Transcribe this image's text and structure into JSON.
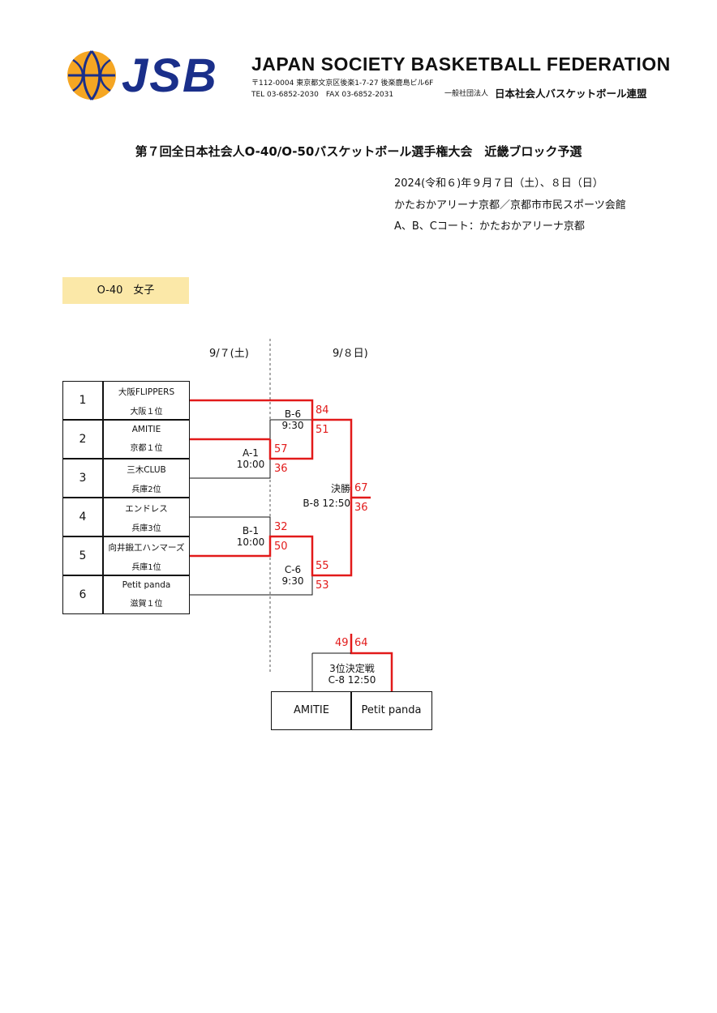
{
  "header": {
    "logo_text": "JSB",
    "federation_name": "JAPAN SOCIETY BASKETBALL FEDERATION",
    "address": "〒112-0004 東京都文京区後楽1-7-27 後楽鹿島ビル6F",
    "tel_fax": "TEL 03-6852-2030　FAX 03-6852-2031",
    "org_prefix": "一般社団法人",
    "org_name": "日本社会人バスケットボール連盟"
  },
  "document": {
    "title": "第７回全日本社会人O-40/O-50バスケットボール選手権大会　近畿ブロック予選",
    "date_line": "2024(令和６)年９月７日（土）、８日（日）",
    "venue_line": "かたおかアリーナ京都／京都市市民スポーツ会館",
    "court_line": "A、B、Cコート：かたおかアリーナ京都"
  },
  "division": "O-40　女子",
  "dates": {
    "day1": "9/７(土)",
    "day2": "9/８日)"
  },
  "teams": [
    {
      "num": "1",
      "name": "大阪FLIPPERS",
      "rank": "大阪１位"
    },
    {
      "num": "2",
      "name": "AMITIE",
      "rank": "京都１位"
    },
    {
      "num": "3",
      "name": "三木CLUB",
      "rank": "兵庫2位"
    },
    {
      "num": "4",
      "name": "エンドレス",
      "rank": "兵庫3位"
    },
    {
      "num": "5",
      "name": "向井鍛工ハンマーズ",
      "rank": "兵庫1位"
    },
    {
      "num": "6",
      "name": "Petit panda",
      "rank": "滋賀１位"
    }
  ],
  "games": {
    "a1": {
      "code": "A-1",
      "time": "10:00",
      "score_top": "57",
      "score_bottom": "36"
    },
    "b1": {
      "code": "B-1",
      "time": "10:00",
      "score_top": "32",
      "score_bottom": "50"
    },
    "b6": {
      "code": "B-6",
      "time": "9:30",
      "score_top": "84",
      "score_bottom": "51"
    },
    "c6": {
      "code": "C-6",
      "time": "9:30",
      "score_top": "55",
      "score_bottom": "53"
    },
    "final": {
      "label": "決勝",
      "code_time": "B-8 12:50",
      "score_top": "67",
      "score_bottom": "36"
    },
    "third": {
      "label": "3位決定戦",
      "code_time": "C-8 12:50",
      "score_left": "49",
      "score_right": "64",
      "team_left": "AMITIE",
      "team_right": "Petit panda"
    }
  },
  "colors": {
    "winner_line": "#e21a1a",
    "division_bg": "#fbe8a8",
    "logo_blue": "#1a2f8a",
    "ball_orange": "#f5a623"
  }
}
